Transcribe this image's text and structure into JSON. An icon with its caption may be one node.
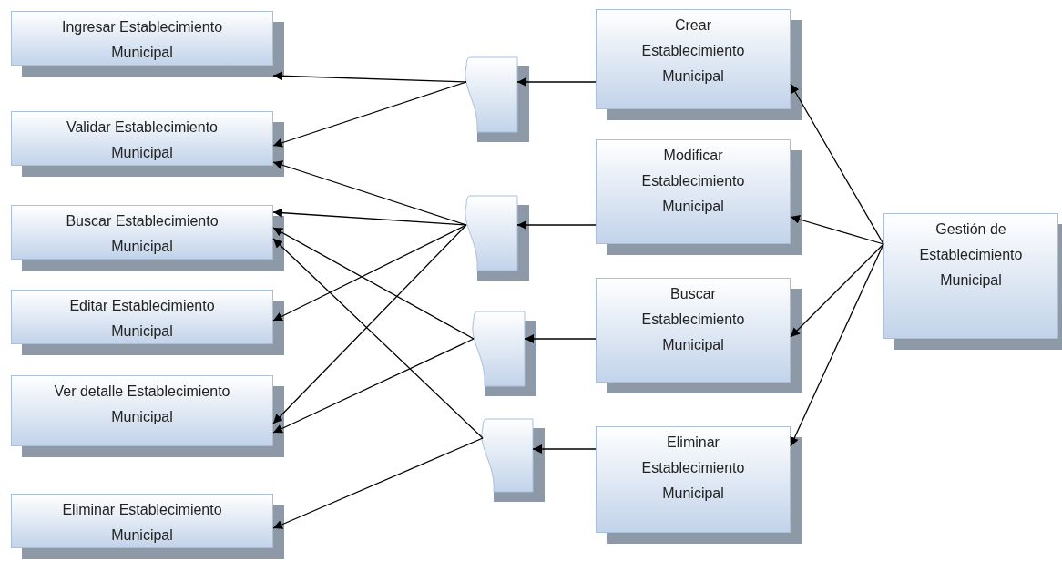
{
  "diagram": {
    "nodes": [
      {
        "text": [
          "Ingresar Establecimiento Municipal"
        ]
      },
      {
        "text": [
          "Validar Establecimiento Municipal"
        ]
      },
      {
        "text": [
          "Buscar Establecimiento Municipal"
        ]
      },
      {
        "text": [
          "Editar Establecimiento Municipal"
        ]
      },
      {
        "text": [
          "Ver detalle Establecimiento Municipal"
        ]
      },
      {
        "text": [
          "Eliminar Establecimiento Municipal"
        ]
      },
      {
        "text": [],
        "shape": "box"
      },
      {
        "text": [],
        "shape": "box"
      },
      {
        "text": [],
        "shape": "box"
      },
      {
        "text": [],
        "shape": "box"
      },
      {
        "text": [
          "Crear Establecimiento Municipal"
        ]
      },
      {
        "text": [
          "Modificar Establecimiento Municipal"
        ]
      },
      {
        "text": [
          "Buscar Establecimiento Municipal"
        ]
      },
      {
        "text": [
          "Eliminar Establecimiento Municipal"
        ]
      },
      {
        "text": [
          "Gestión de Establecimiento Municipal"
        ]
      }
    ],
    "edges": [
      {
        "from": 14,
        "to": 10,
        "arrow": "to"
      },
      {
        "from": 14,
        "to": 11,
        "arrow": "to"
      },
      {
        "from": 14,
        "to": 12,
        "arrow": "to"
      },
      {
        "from": 14,
        "to": 13,
        "arrow": "to"
      },
      {
        "from": 10,
        "to": 6,
        "arrow": "to"
      },
      {
        "from": 11,
        "to": 7,
        "arrow": "to"
      },
      {
        "from": 12,
        "to": 8,
        "arrow": "to"
      },
      {
        "from": 13,
        "to": 9,
        "arrow": "to"
      },
      {
        "from": 6,
        "to": 0,
        "arrow": "to"
      },
      {
        "from": 6,
        "to": 1,
        "arrow": "to"
      },
      {
        "from": 7,
        "to": 1,
        "arrow": "to"
      },
      {
        "from": 7,
        "to": 2,
        "arrow": "to"
      },
      {
        "from": 7,
        "to": 3,
        "arrow": "to"
      },
      {
        "from": 7,
        "to": 4,
        "arrow": "to"
      },
      {
        "from": 8,
        "to": 2,
        "arrow": "to"
      },
      {
        "from": 8,
        "to": 4,
        "arrow": "to"
      },
      {
        "from": 9,
        "to": 2,
        "arrow": "to"
      },
      {
        "from": 9,
        "to": 5,
        "arrow": "to"
      }
    ]
  }
}
